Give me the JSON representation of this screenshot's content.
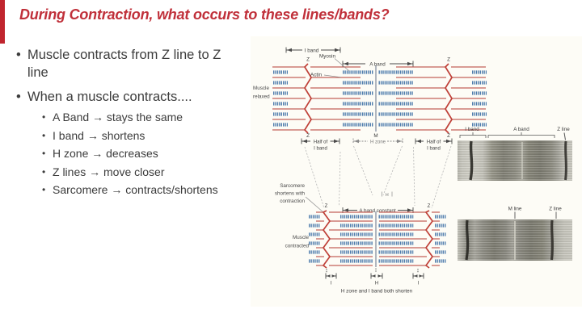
{
  "slide": {
    "title": "During Contraction, what occurs to these lines/bands?",
    "accent_color": "#c0252e",
    "bullet_char": "•",
    "bullets": {
      "b1": "Muscle contracts from Z line to Z line",
      "b2": "When a muscle contracts....",
      "subs": [
        "A Band → stays the same",
        "I band → shortens",
        "H zone → decreases",
        "Z lines → move closer",
        "Sarcomere → contracts/shortens"
      ]
    }
  },
  "figure": {
    "relaxed": {
      "i_band": "I band",
      "z": "Z",
      "myosin": "Myosin",
      "actin": "Actin",
      "a_band": "A band",
      "m": "M",
      "state1": "Muscle",
      "state2": "relaxed"
    },
    "transition": {
      "half1": "Half of",
      "half2": "I band",
      "h_zone": "H zone",
      "h_small": "H",
      "sarc1": "Sarcomere",
      "sarc2": "shortens with",
      "sarc3": "contraction",
      "a_band_constant": "A band constant",
      "z": "Z"
    },
    "contracted": {
      "state1": "Muscle",
      "state2": "contracted",
      "tick_i": "I",
      "tick_h": "H",
      "caption": "H zone and I band both shorten"
    },
    "micro_relaxed": {
      "i_band": "I band",
      "a_band": "A band",
      "z_line": "Z line"
    },
    "micro_contracted": {
      "m_line": "M line",
      "z_line": "Z line"
    },
    "colors": {
      "actin": "#c4615a",
      "myosin": "#4e7cad",
      "z_line": "#bf4038",
      "m_line": "#8e99a8"
    }
  }
}
